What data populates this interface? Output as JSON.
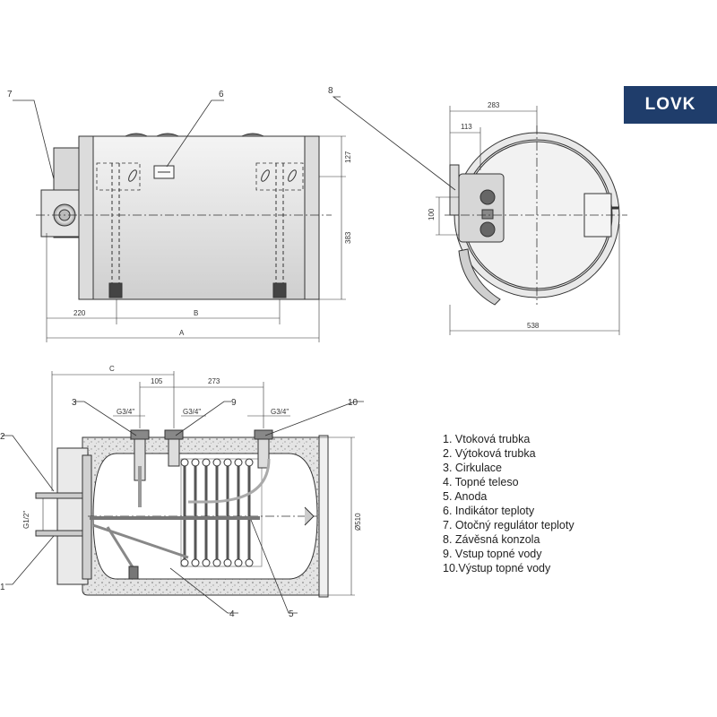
{
  "badge": {
    "text": "LOVK",
    "color": "#1f3d6b"
  },
  "top_view": {
    "labels": {
      "7": "7",
      "6": "6"
    },
    "dims": {
      "d220": "220",
      "dB": "B",
      "dA": "A",
      "d127": "127",
      "d383": "383"
    }
  },
  "side_view": {
    "labels": {
      "8": "8"
    },
    "dims": {
      "d283": "283",
      "d113": "113",
      "d100": "100",
      "d538": "538"
    }
  },
  "section_view": {
    "labels": {
      "1": "1",
      "2": "2",
      "3": "3",
      "4": "4",
      "5": "5",
      "9": "9",
      "10": "10"
    },
    "dims": {
      "dC": "C",
      "d105": "105",
      "d273": "273",
      "g1": "G3/4\"",
      "g2": "G3/4\"",
      "g3": "G3/4\"",
      "g12": "G1/2\"",
      "d510": "Ø510"
    }
  },
  "legend": [
    "1.  Vtoková trubka",
    "2.  Výtoková trubka",
    "3.  Cirkulace",
    "4.  Topné teleso",
    "5.  Anoda",
    "6.  Indikátor teploty",
    "7.  Otočný regulátor teploty",
    "8.  Závěsná konzola",
    "9.  Vstup topné vody",
    "10.Výstup topné vody"
  ]
}
